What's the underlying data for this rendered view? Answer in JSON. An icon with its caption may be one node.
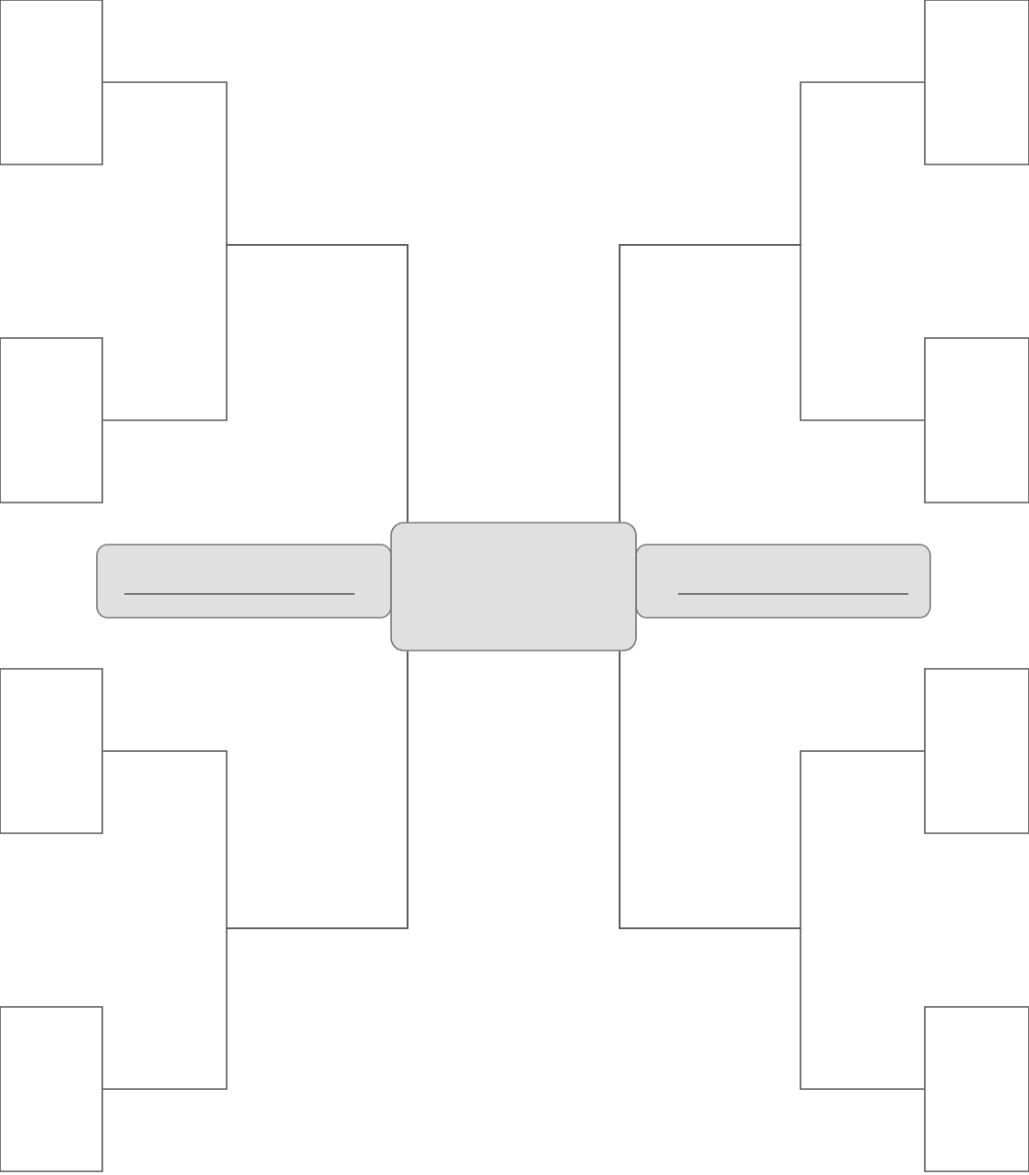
{
  "diagram": {
    "nodes": [
      {
        "text": [],
        "shape": "box"
      },
      {
        "text": [],
        "shape": "box"
      },
      {
        "text": [],
        "shape": "box"
      },
      {
        "text": [],
        "shape": "box"
      },
      {
        "text": [],
        "shape": "box"
      },
      {
        "text": [],
        "shape": "bar"
      },
      {
        "text": [],
        "shape": "bar"
      },
      {
        "text": [],
        "shape": "box"
      },
      {
        "text": [],
        "shape": "box"
      },
      {
        "text": [],
        "shape": "box"
      },
      {
        "text": [],
        "shape": "box"
      }
    ],
    "edges": [
      {
        "from": 0,
        "to": 4,
        "arrow": "none"
      },
      {
        "from": 1,
        "to": 4,
        "arrow": "none"
      },
      {
        "from": 2,
        "to": 4,
        "arrow": "none"
      },
      {
        "from": 3,
        "to": 4,
        "arrow": "none"
      },
      {
        "from": 7,
        "to": 4,
        "arrow": "none"
      },
      {
        "from": 8,
        "to": 4,
        "arrow": "none"
      },
      {
        "from": 9,
        "to": 4,
        "arrow": "none"
      },
      {
        "from": 10,
        "to": 4,
        "arrow": "none"
      }
    ]
  }
}
